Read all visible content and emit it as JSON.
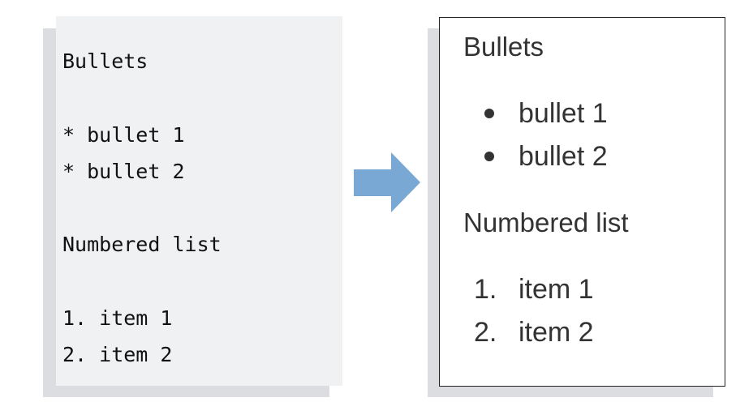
{
  "source": {
    "lines": [
      "Bullets",
      "* bullet 1",
      "* bullet 2",
      "Numbered list",
      "1. item 1",
      "2. item 2"
    ]
  },
  "rendered": {
    "heading_bullets": "Bullets",
    "bullets": [
      "bullet 1",
      "bullet 2"
    ],
    "heading_numbered": "Numbered list",
    "numbered_markers": [
      "1.",
      "2."
    ],
    "numbered": [
      "item 1",
      "item 2"
    ]
  },
  "colors": {
    "arrow": "#7aa8d4",
    "source_panel": "#f0f1f3",
    "shadow": "#dcdde0",
    "text": "#333333"
  }
}
